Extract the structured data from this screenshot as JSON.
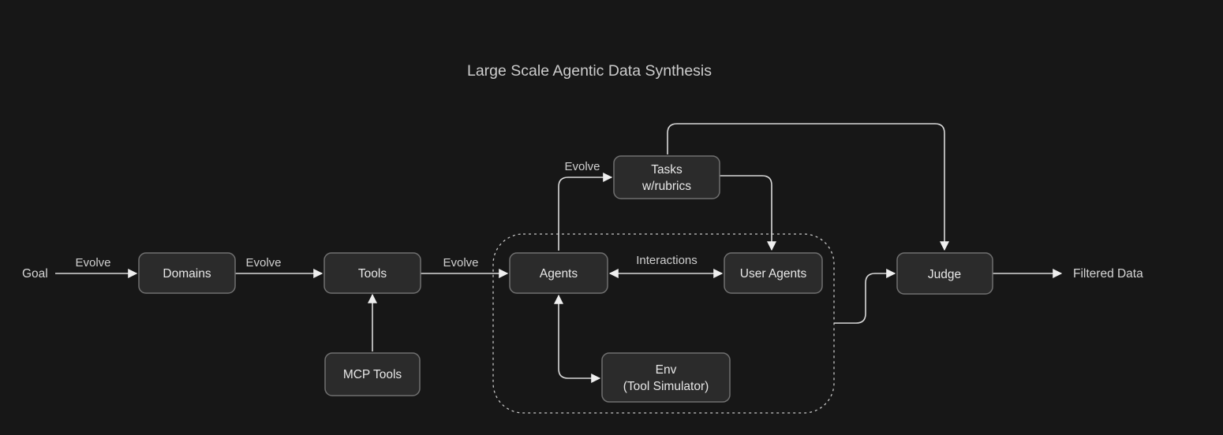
{
  "title": "Large Scale Agentic Data Synthesis",
  "nodes": {
    "goal": {
      "label": "Goal"
    },
    "domains": {
      "label": "Domains"
    },
    "tools": {
      "label": "Tools"
    },
    "mcp_tools": {
      "label": "MCP Tools"
    },
    "agents": {
      "label": "Agents"
    },
    "user_agents": {
      "label": "User Agents"
    },
    "tasks": {
      "label_line1": "Tasks",
      "label_line2": "w/rubrics"
    },
    "env": {
      "label_line1": "Env",
      "label_line2": "(Tool Simulator)"
    },
    "judge": {
      "label": "Judge"
    },
    "filtered_data": {
      "label": "Filtered Data"
    }
  },
  "edge_labels": {
    "goal_to_domains": "Evolve",
    "domains_to_tools": "Evolve",
    "tools_to_agents": "Evolve",
    "agents_to_tasks": "Evolve",
    "agents_user_agents": "Interactions"
  },
  "colors": {
    "background": "#171717",
    "node_fill": "#2b2b2b",
    "node_border": "#707070",
    "edge_line": "#d9d9d9",
    "node_text": "#e8e8e8",
    "edge_label_text": "#cfcfcf",
    "dashed_container_border": "#c6c6c6"
  }
}
